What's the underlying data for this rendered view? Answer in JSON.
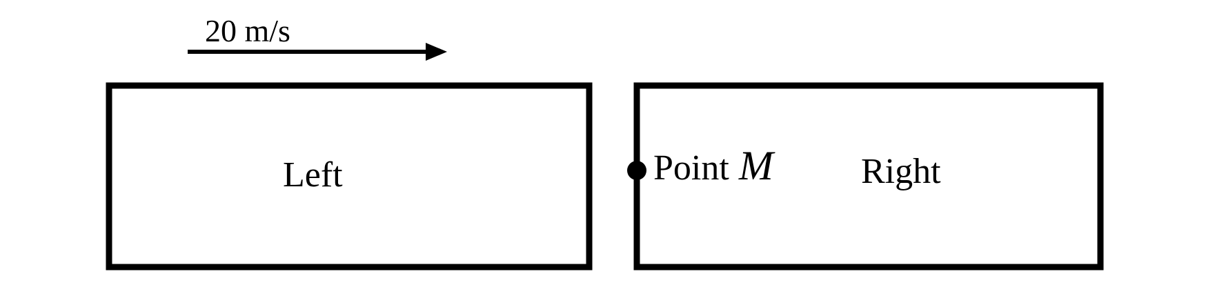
{
  "velocity": {
    "label": "20 m/s"
  },
  "blocks": {
    "left": {
      "label": "Left"
    },
    "right": {
      "label": "Right"
    }
  },
  "point": {
    "prefix": "Point",
    "symbol": "M"
  },
  "colors": {
    "stroke": "#000000",
    "background": "#ffffff"
  }
}
